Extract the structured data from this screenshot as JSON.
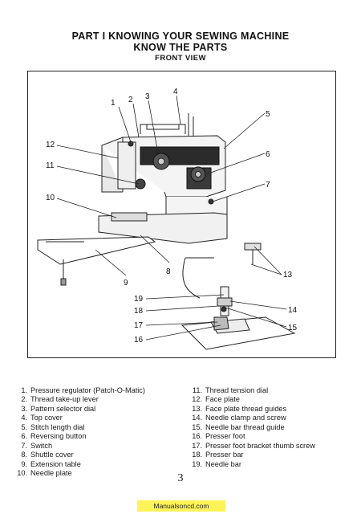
{
  "header": {
    "title_line1": "PART I  KNOWING YOUR SEWING MACHINE",
    "title_line2": "KNOW THE PARTS",
    "subtitle": "FRONT VIEW"
  },
  "figure": {
    "callouts": [
      "1",
      "2",
      "3",
      "4",
      "5",
      "6",
      "7",
      "8",
      "9",
      "10",
      "11",
      "12",
      "13",
      "14",
      "15",
      "16",
      "17",
      "18",
      "19"
    ]
  },
  "parts_left": [
    {
      "num": "1.",
      "label": "Pressure regulator (Patch-O-Matic)"
    },
    {
      "num": "2.",
      "label": "Thread take-up lever"
    },
    {
      "num": "3.",
      "label": "Pattern selector dial"
    },
    {
      "num": "4.",
      "label": "Top cover"
    },
    {
      "num": "5.",
      "label": "Stitch length dial"
    },
    {
      "num": "6.",
      "label": "Reversing button"
    },
    {
      "num": "7.",
      "label": "Switch"
    },
    {
      "num": "8.",
      "label": "Shuttle cover"
    },
    {
      "num": "9.",
      "label": "Extension table"
    },
    {
      "num": "10.",
      "label": "Needle plate"
    }
  ],
  "parts_right": [
    {
      "num": "11.",
      "label": "Thread tension dial"
    },
    {
      "num": "12.",
      "label": "Face plate"
    },
    {
      "num": "13.",
      "label": "Face plate thread guides"
    },
    {
      "num": "14.",
      "label": "Needle clamp and screw"
    },
    {
      "num": "15.",
      "label": "Needle bar thread guide"
    },
    {
      "num": "16.",
      "label": "Presser foot"
    },
    {
      "num": "17.",
      "label": "Presser foot bracket thumb screw"
    },
    {
      "num": "18.",
      "label": "Presser bar"
    },
    {
      "num": "19.",
      "label": "Needle bar"
    }
  ],
  "page_number": "3",
  "watermark": "Manualsoncd.com"
}
